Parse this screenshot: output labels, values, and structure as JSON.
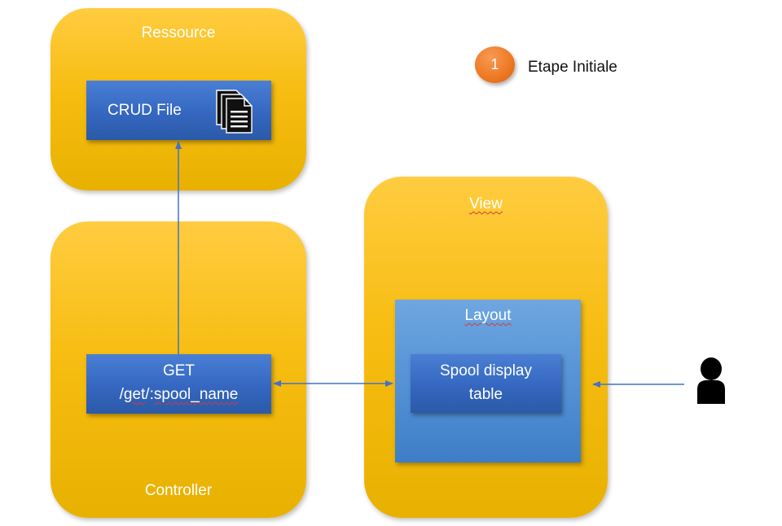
{
  "legend": {
    "badge_number": "1",
    "label": "Etape Initiale"
  },
  "panels": {
    "ressource": {
      "title": "Ressource",
      "box_label": "CRUD File"
    },
    "controller": {
      "title": "Controller",
      "box_line1": "GET",
      "box_line2_prefix": "/",
      "box_line2_get": "get",
      "box_line2_mid": "/:",
      "box_line2_spool": "spool_name"
    },
    "view": {
      "title": "View",
      "layout_title": "Layout",
      "inner_line1": "Spool display",
      "inner_line2": "table"
    }
  },
  "icons": {
    "document": "documents-icon",
    "user": "person-icon"
  },
  "colors": {
    "panel": "#f7bd12",
    "box": "#3567c0",
    "layout": "#5592d6",
    "badge": "#ef7b25",
    "arrow": "#4472c4"
  }
}
